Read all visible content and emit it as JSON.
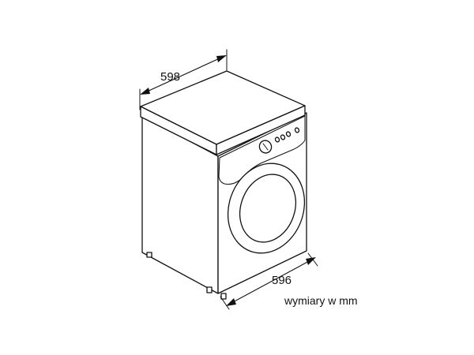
{
  "diagram": {
    "width_label": "598",
    "depth_label": "596",
    "units_note": "wymiary w mm"
  },
  "colors": {
    "line": "#111111",
    "background": "#ffffff"
  }
}
